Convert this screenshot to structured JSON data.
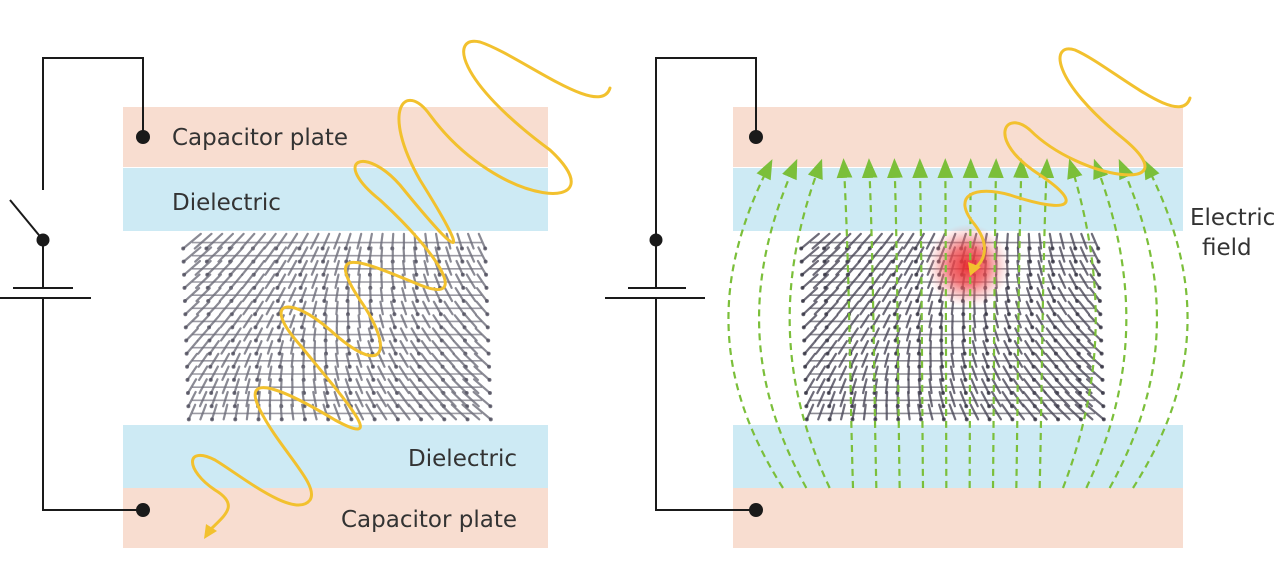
{
  "colors": {
    "plate": "#f8ddd0",
    "dielectric": "#cdeaf4",
    "wire": "#1a1a1a",
    "light_wave": "#f2c12e",
    "field_lines": "#7bbf3a",
    "molecule": "#6e6e7a",
    "molecule_dark": "#4a4858",
    "hotspot": "#e8252a"
  },
  "left_panel": {
    "top_plate_label": "Capacitor plate",
    "top_dielectric_label": "Dielectric",
    "bottom_dielectric_label": "Dielectric",
    "bottom_plate_label": "Capacitor plate",
    "switch_state": "open"
  },
  "right_panel": {
    "field_label_line1": "Electric",
    "field_label_line2": "field",
    "switch_state": "closed"
  }
}
